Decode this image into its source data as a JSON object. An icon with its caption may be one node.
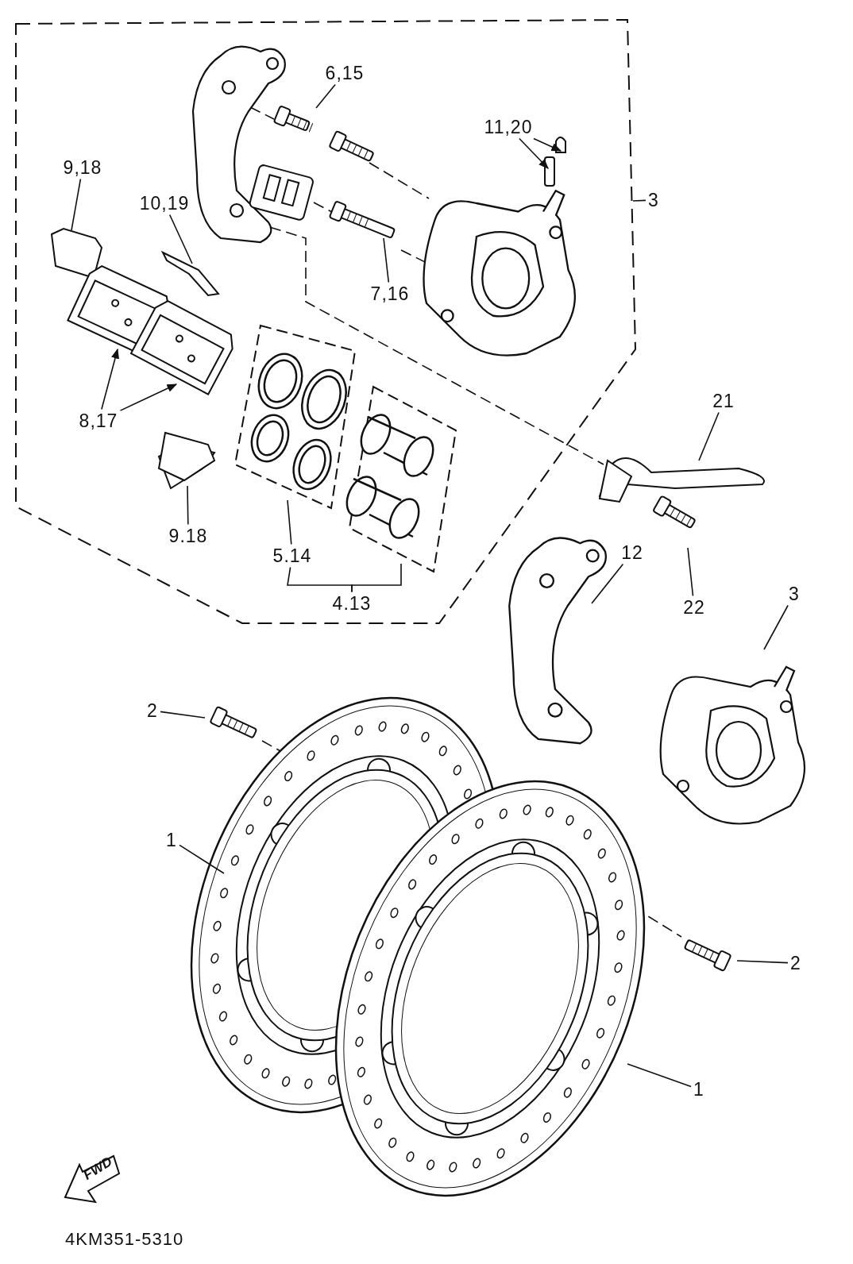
{
  "diagram": {
    "nodes": [
      {
        "text": [
          "6,15"
        ]
      },
      {
        "text": [
          "11,20"
        ]
      },
      {
        "text": [
          "9,18"
        ]
      },
      {
        "text": [
          "10,19"
        ]
      },
      {
        "text": [
          "3"
        ]
      },
      {
        "text": [
          "7,16"
        ]
      },
      {
        "text": [
          "8,17"
        ]
      },
      {
        "text": [
          "21"
        ]
      },
      {
        "text": [
          "9.18"
        ]
      },
      {
        "text": [
          "5.14"
        ]
      },
      {
        "text": [
          "12"
        ]
      },
      {
        "text": [
          "22"
        ]
      },
      {
        "text": [
          "4.13"
        ]
      },
      {
        "text": [
          "3"
        ]
      },
      {
        "text": [
          "2"
        ]
      },
      {
        "text": [
          "1"
        ]
      },
      {
        "text": [
          "2"
        ]
      },
      {
        "text": [
          "1"
        ]
      }
    ],
    "edges": [
      {
        "from": 0,
        "to": null,
        "arrow": "none"
      },
      {
        "from": 1,
        "to": null,
        "arrow": "to"
      },
      {
        "from": 1,
        "to": null,
        "arrow": "to"
      },
      {
        "from": 2,
        "to": null,
        "arrow": "none"
      },
      {
        "from": 3,
        "to": null,
        "arrow": "none"
      },
      {
        "from": 4,
        "to": null,
        "arrow": "none"
      },
      {
        "from": 5,
        "to": null,
        "arrow": "none"
      },
      {
        "from": 6,
        "to": null,
        "arrow": "to"
      },
      {
        "from": 6,
        "to": null,
        "arrow": "to"
      },
      {
        "from": 7,
        "to": null,
        "arrow": "none"
      },
      {
        "from": 8,
        "to": null,
        "arrow": "none"
      },
      {
        "from": 9,
        "to": null,
        "arrow": "none"
      },
      {
        "from": 10,
        "to": null,
        "arrow": "none"
      },
      {
        "from": 11,
        "to": null,
        "arrow": "none"
      },
      {
        "from": 12,
        "to": 9,
        "arrow": "none"
      },
      {
        "from": 12,
        "to": null,
        "arrow": "none"
      },
      {
        "from": 13,
        "to": null,
        "arrow": "none"
      },
      {
        "from": 14,
        "to": null,
        "arrow": "none"
      },
      {
        "from": 15,
        "to": null,
        "arrow": "none"
      },
      {
        "from": 16,
        "to": null,
        "arrow": "none"
      },
      {
        "from": 17,
        "to": null,
        "arrow": "none"
      }
    ],
    "labels": [
      "FWD",
      "4KM351-5310"
    ]
  }
}
